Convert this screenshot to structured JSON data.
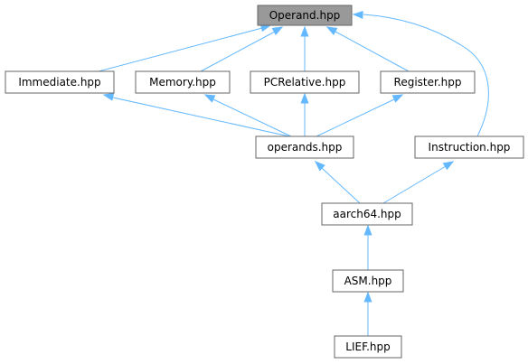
{
  "diagram": {
    "nodes": [
      {
        "id": "operand",
        "label": "Operand.hpp",
        "root": true
      },
      {
        "id": "immediate",
        "label": "Immediate.hpp"
      },
      {
        "id": "memory",
        "label": "Memory.hpp"
      },
      {
        "id": "pcrelative",
        "label": "PCRelative.hpp"
      },
      {
        "id": "register",
        "label": "Register.hpp"
      },
      {
        "id": "operands",
        "label": "operands.hpp"
      },
      {
        "id": "instruction",
        "label": "Instruction.hpp"
      },
      {
        "id": "aarch64",
        "label": "aarch64.hpp"
      },
      {
        "id": "asm",
        "label": "ASM.hpp"
      },
      {
        "id": "lief",
        "label": "LIEF.hpp"
      }
    ],
    "edges": [
      {
        "from": "immediate",
        "to": "operand"
      },
      {
        "from": "memory",
        "to": "operand"
      },
      {
        "from": "pcrelative",
        "to": "operand"
      },
      {
        "from": "register",
        "to": "operand"
      },
      {
        "from": "instruction",
        "to": "operand"
      },
      {
        "from": "operands",
        "to": "immediate"
      },
      {
        "from": "operands",
        "to": "memory"
      },
      {
        "from": "operands",
        "to": "pcrelative"
      },
      {
        "from": "operands",
        "to": "register"
      },
      {
        "from": "aarch64",
        "to": "operands"
      },
      {
        "from": "aarch64",
        "to": "instruction"
      },
      {
        "from": "asm",
        "to": "aarch64"
      },
      {
        "from": "lief",
        "to": "asm"
      }
    ]
  }
}
